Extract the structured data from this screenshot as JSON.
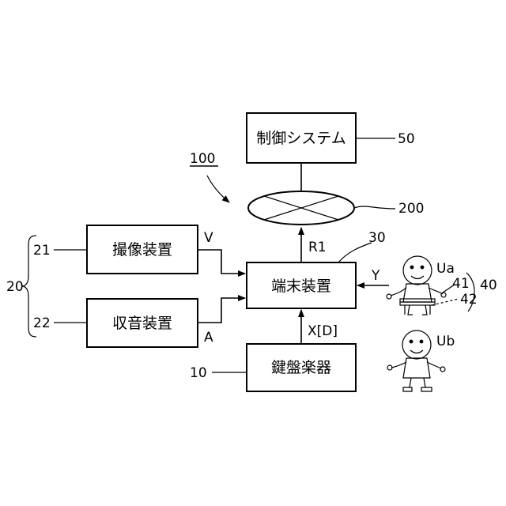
{
  "blocks": {
    "control_system": "制御システム",
    "terminal": "端末装置",
    "imaging": "撮像装置",
    "sound": "収音装置",
    "keyboard": "鍵盤楽器"
  },
  "refs": {
    "system": "100",
    "control": "50",
    "network": "200",
    "terminal": "30",
    "recording_group": "20",
    "imaging": "21",
    "sound": "22",
    "keyboard": "10",
    "user_a": "Ua",
    "user_b": "Ub",
    "device_41": "41",
    "device_42": "42",
    "device_group": "40"
  },
  "signals": {
    "r1": "R1",
    "v": "V",
    "a": "A",
    "y": "Y",
    "xd": "X[D]"
  }
}
